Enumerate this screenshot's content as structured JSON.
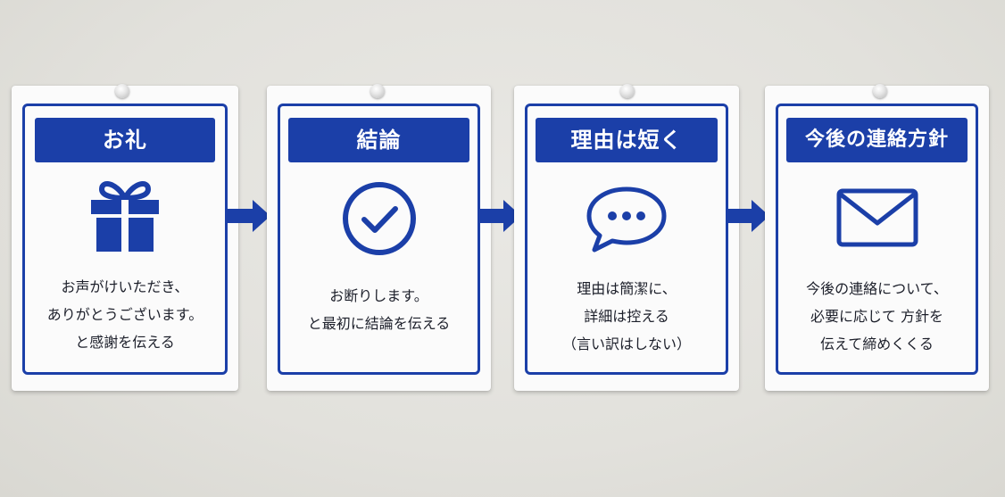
{
  "colors": {
    "accent": "#1b3fa8",
    "wall": "#e4e3de",
    "card": "#fbfbfb"
  },
  "cards": [
    {
      "title": "お礼",
      "icon": "gift-icon",
      "lines": [
        "お声がけいただき、",
        "ありがとうございます。",
        "と感謝を伝える"
      ]
    },
    {
      "title": "結論",
      "icon": "check-circle-icon",
      "lines": [
        "お断りします。",
        "と最初に結論を伝える"
      ]
    },
    {
      "title": "理由は短く",
      "icon": "speech-bubble-icon",
      "lines": [
        "理由は簡潔に、",
        "詳細は控える",
        "（言い訳はしない）"
      ]
    },
    {
      "title": "今後の連絡方針",
      "icon": "envelope-icon",
      "lines": [
        "今後の連絡について、",
        "必要に応じて 方針を",
        "伝えて締めくくる"
      ]
    }
  ]
}
